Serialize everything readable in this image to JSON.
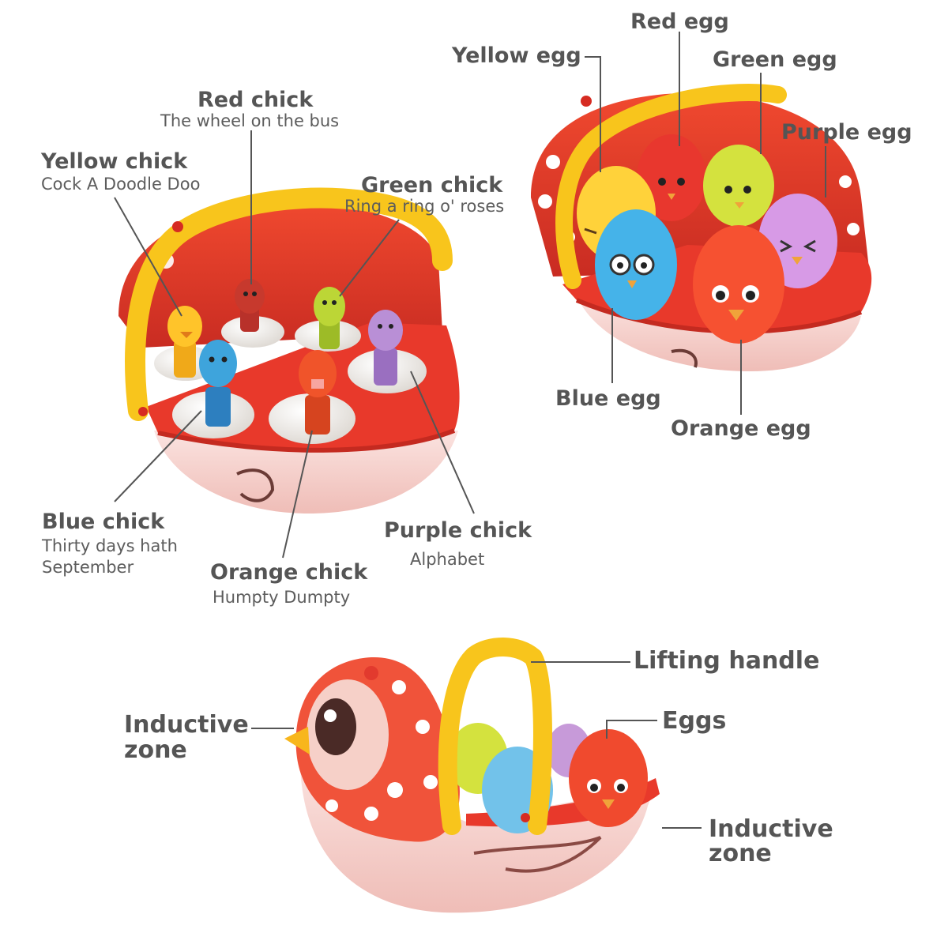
{
  "colors": {
    "label_text": "#555555",
    "leader_line": "#555555",
    "basket_red": "#e23a2e",
    "basket_pink": "#f7d3cf",
    "handle_yellow": "#f8c51c",
    "shell_white": "#f4f2ee"
  },
  "chicks": [
    {
      "name": "Red chick",
      "song": "The wheel on the bus",
      "color": "#c7392d"
    },
    {
      "name": "Yellow chick",
      "song": "Cock A Doodle Doo",
      "color": "#ffc42a"
    },
    {
      "name": "Green chick",
      "song": "Ring a ring o' roses",
      "color": "#bcd636"
    },
    {
      "name": "Blue chick",
      "song_line1": "Thirty days hath",
      "song_line2": "September",
      "color": "#3ea4dc"
    },
    {
      "name": "Orange chick",
      "song": "Humpty Dumpty",
      "color": "#f0542a"
    },
    {
      "name": "Purple chick",
      "song": "Alphabet",
      "color": "#b98fd6"
    }
  ],
  "eggs": [
    {
      "name": "Yellow egg",
      "color": "#ffd23a"
    },
    {
      "name": "Red egg",
      "color": "#e8372e"
    },
    {
      "name": "Green egg",
      "color": "#d4e23e"
    },
    {
      "name": "Purple egg",
      "color": "#d79ae6"
    },
    {
      "name": "Blue egg",
      "color": "#45b3e9"
    },
    {
      "name": "Orange egg",
      "color": "#f65131"
    }
  ],
  "parts": {
    "lifting_handle": "Lifting handle",
    "eggs": "Eggs",
    "inductive_zone_left_line1": "Inductive",
    "inductive_zone_left_line2": "zone",
    "inductive_zone_right_line1": "Inductive",
    "inductive_zone_right_line2": "zone"
  }
}
